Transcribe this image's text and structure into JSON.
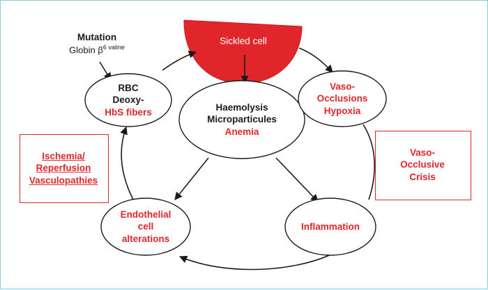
{
  "mutation": {
    "title": "Mutation",
    "gene": "Globin β",
    "superscript": "6 valine"
  },
  "sickled_cell": {
    "label": "Sickled cell",
    "color": "#e0262b"
  },
  "nodes": {
    "rbc": {
      "line1": "RBC",
      "line2": "Deoxy-",
      "line3": "HbS fibers"
    },
    "haemolysis": {
      "line1": "Haemolysis",
      "line2": "Microparticules",
      "line3": "Anemia"
    },
    "vaso": {
      "line1": "Vaso-",
      "line2": "Occlusions",
      "line3": "Hypoxia"
    },
    "endothelial": {
      "line1": "Endothelial",
      "line2": "cell",
      "line3": "alterations"
    },
    "inflammation": {
      "line1": "Inflammation"
    }
  },
  "side_boxes": {
    "ischemia": {
      "line1": "Ischemia/",
      "line2": "Reperfusion",
      "line3": "Vasculopathies"
    },
    "crisis": {
      "line1": "Vaso-",
      "line2": "Occlusive",
      "line3": "Crisis"
    }
  },
  "colors": {
    "accent": "#e0262b",
    "text": "#1a1a1a",
    "frame": "#7fd0e0"
  }
}
